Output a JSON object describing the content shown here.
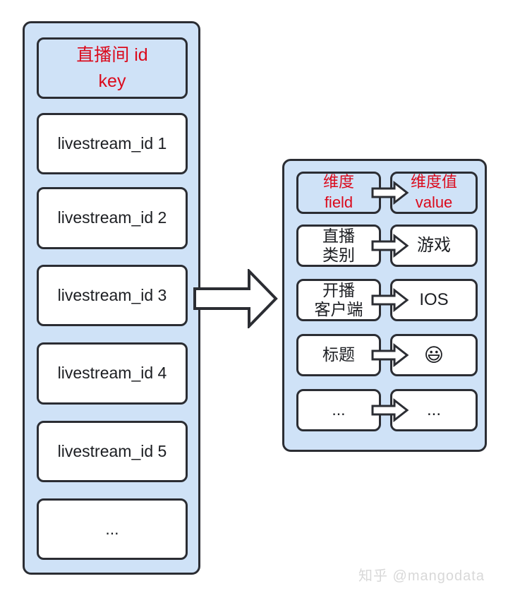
{
  "colors": {
    "panel_bg": "#cfe2f7",
    "border": "#2b2d33",
    "accent_red": "#db0a1c",
    "box_bg": "#ffffff",
    "watermark_gray": "#d8d8d8"
  },
  "left_panel": {
    "header": {
      "line1": "直播间 id",
      "line2": "key"
    },
    "items": [
      "livestream_id 1",
      "livestream_id 2",
      "livestream_id 3",
      "livestream_id 4",
      "livestream_id 5",
      "..."
    ]
  },
  "right_panel": {
    "rows": [
      {
        "field_l1": "维度",
        "field_l2": "field",
        "value_l1": "维度值",
        "value_l2": "value"
      },
      {
        "field_l1": "直播",
        "field_l2": "类别",
        "value_l1": "游戏",
        "value_l2": ""
      },
      {
        "field_l1": "开播",
        "field_l2": "客户端",
        "value_l1": "IOS",
        "value_l2": ""
      },
      {
        "field_l1": "标题",
        "field_l2": "",
        "value_l1": "😃",
        "value_l2": ""
      },
      {
        "field_l1": "...",
        "field_l2": "",
        "value_l1": "...",
        "value_l2": ""
      }
    ]
  },
  "icons": {
    "big_arrow": "arrow-right",
    "row_arrow": "arrow-right"
  },
  "watermark": "知乎 @mangodata"
}
